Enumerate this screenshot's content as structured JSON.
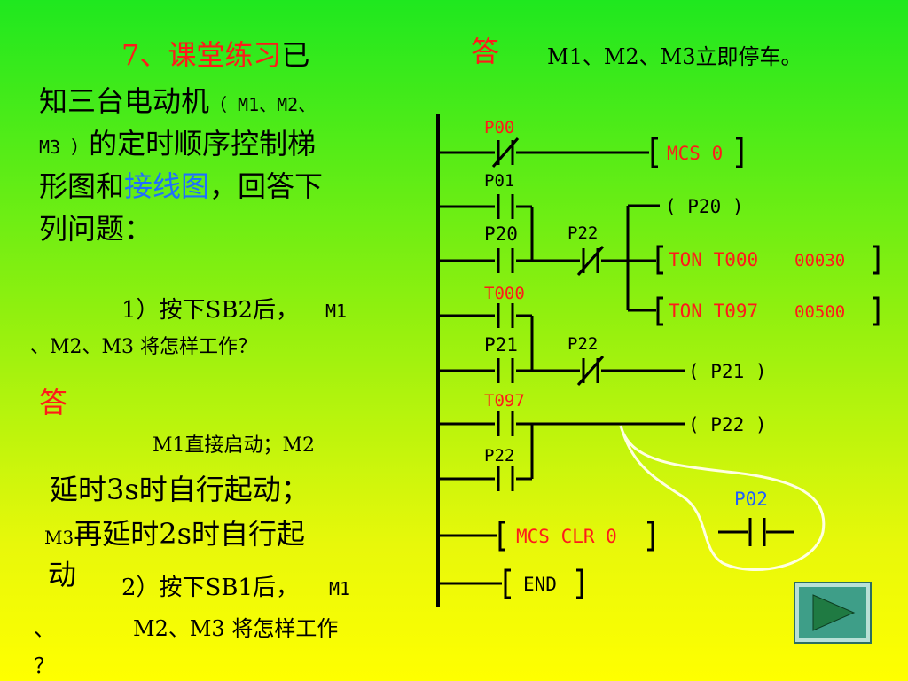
{
  "question": {
    "number": "7、",
    "title_red": "课堂练习",
    "line1_rest": "已",
    "line2_a": "知三台电动机",
    "line2_b": "（ M1、M2、",
    "line3_a": "M3 ）",
    "line3_b": "的定时顺序控制梯",
    "line4_a": "形图和",
    "line4_blue": "接线图",
    "line4_b": "，回答下",
    "line5": "列问题："
  },
  "q1": {
    "line1_a": "1）按下",
    "line1_b": "SB2后，",
    "line1_c": "M1",
    "line2": "、M2、M3 将怎样工作？"
  },
  "answer1": {
    "label": "答",
    "line1": "M1直接启动；M2",
    "line2": "延时3s时自行起动；",
    "line3_a": "M3",
    "line3_b": "再延时2s时自行起",
    "line4": "动"
  },
  "q2": {
    "line1_a": "2）按下SB1后，",
    "line1_b": "M1",
    "line2_a": "、",
    "line2_b": "M2、M3 将怎样工作",
    "line3": "？"
  },
  "answer2": {
    "label": "答",
    "text": "M1、M2、M3立即停车。"
  },
  "ladder": {
    "contacts": {
      "p00": "P00",
      "p01": "P01",
      "p20": "P20",
      "p22a": "P22",
      "t000": "T000",
      "p21": "P21",
      "p22b": "P22",
      "t097": "T097",
      "p22c": "P22",
      "p02": "P02"
    },
    "instructions": {
      "mcs": "MCS 0",
      "coil_p20": "( P20 )",
      "ton1_a": "TON T000",
      "ton1_b": "00030",
      "ton2_a": "TON T097",
      "ton2_b": "00500",
      "coil_p21": "( P21 )",
      "coil_p22": "( P22 )",
      "mcs_clr": "MCS CLR 0",
      "end": "END"
    }
  },
  "colors": {
    "title": "#ff1a1a",
    "link": "#1f6fff",
    "instruction": "#ff1a1a",
    "contact_label_alt": "#ff1a1a",
    "p02_label": "#1f5fff",
    "callout": "#ffffe0",
    "nav_button": "#3e9e88"
  },
  "icons": {
    "nav": "play-triangle-icon"
  }
}
